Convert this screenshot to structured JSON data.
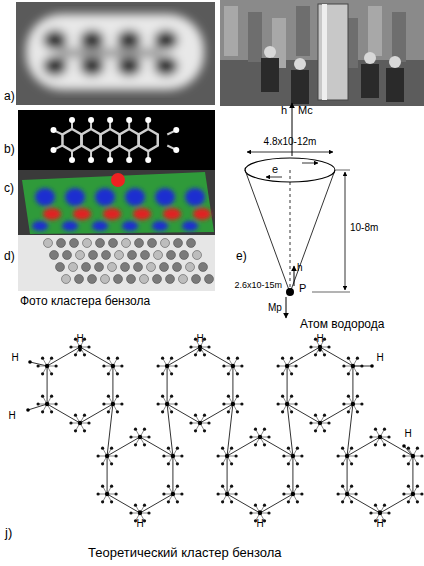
{
  "diagram": {
    "labels": [
      "a)",
      "b)",
      "c)",
      "d)",
      "Фото кластера бензола",
      "h",
      "Mc",
      "4.8x10-12m",
      "e",
      "10-8m",
      "2.6x10-15m",
      "h",
      "P",
      "Mp",
      "e)",
      "Атом водорода",
      "H",
      "H",
      "H",
      "H",
      "H",
      "H",
      "H",
      "H",
      "H",
      "H",
      "j)",
      "Теоретический кластер бензола"
    ]
  }
}
